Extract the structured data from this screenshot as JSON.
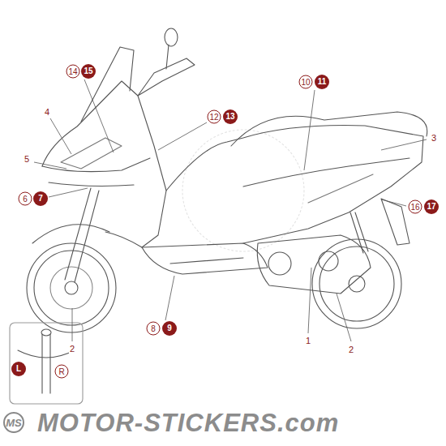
{
  "diagram": {
    "labels": [
      "14",
      "15",
      "4",
      "5",
      "6",
      "7",
      "12",
      "13",
      "10",
      "11",
      "3",
      "16",
      "17",
      "8",
      "9",
      "1",
      "2",
      "2",
      "L",
      "R",
      "MS",
      "MOTOR-STICKERS.com"
    ]
  }
}
